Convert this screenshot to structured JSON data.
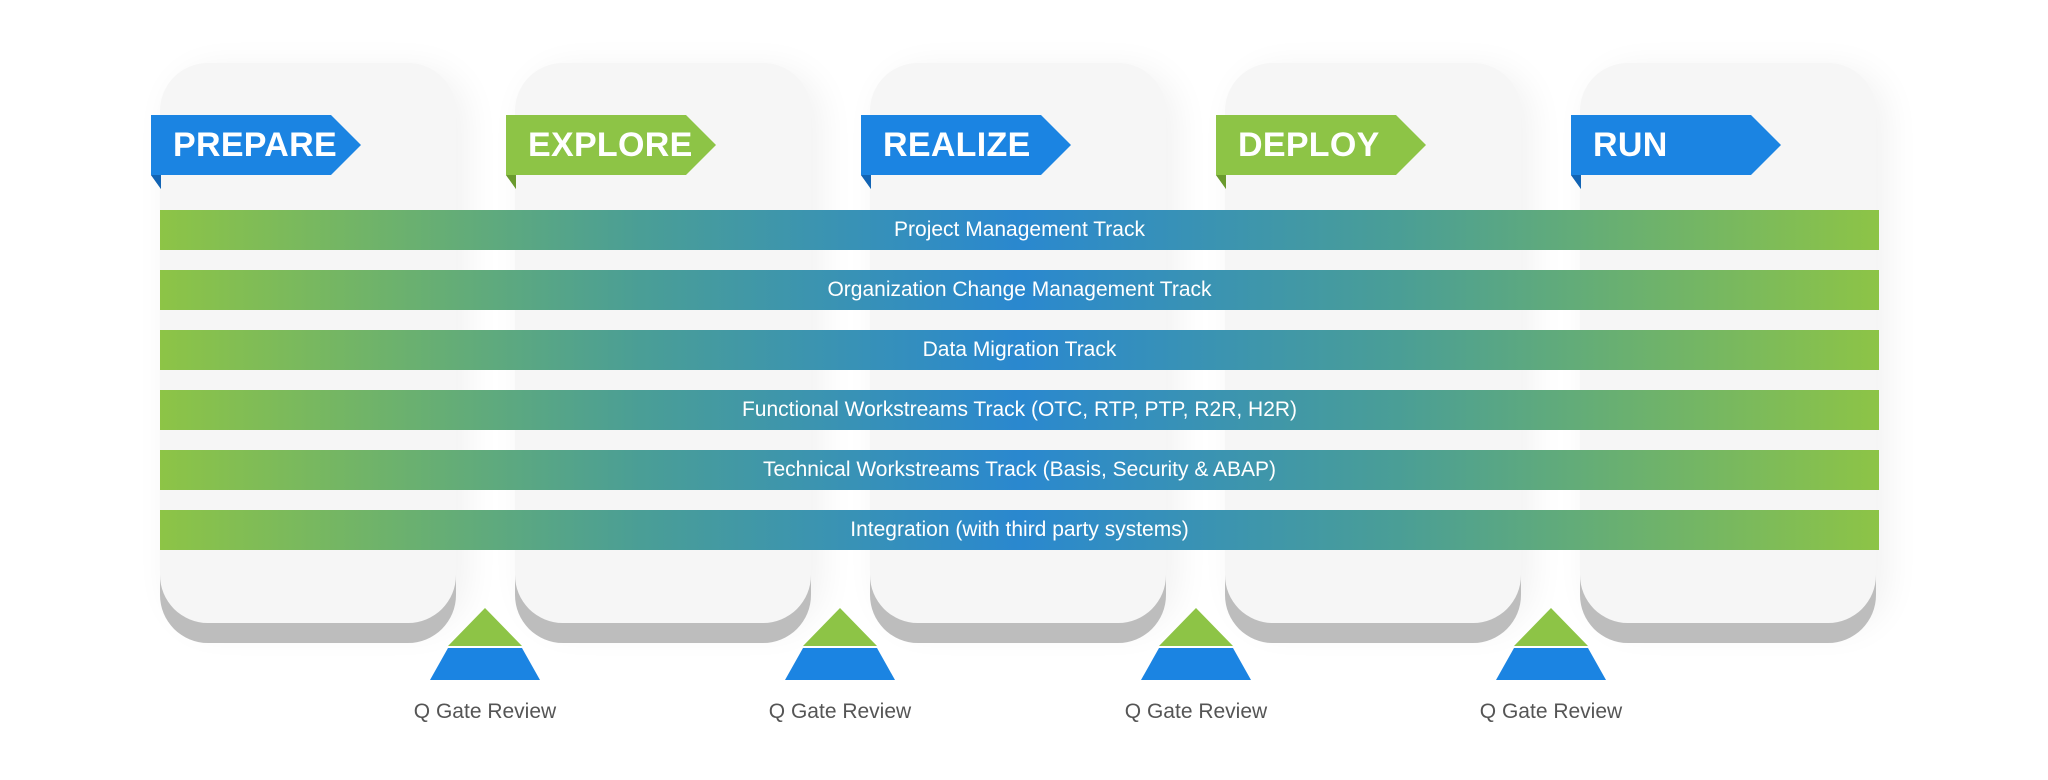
{
  "colors": {
    "blue": "#1b84e2",
    "green": "#8dc446",
    "card": "#f6f6f6",
    "card_shadow": "#bdbdbd",
    "label_gray": "#555555"
  },
  "phases": [
    {
      "label": "PREPARE",
      "color": "blue"
    },
    {
      "label": "EXPLORE",
      "color": "green"
    },
    {
      "label": "REALIZE",
      "color": "blue"
    },
    {
      "label": "DEPLOY",
      "color": "green"
    },
    {
      "label": "RUN",
      "color": "blue"
    }
  ],
  "tracks": [
    "Project Management Track",
    "Organization Change Management Track",
    "Data Migration Track",
    "Functional Workstreams Track (OTC, RTP, PTP, R2R, H2R)",
    "Technical Workstreams Track (Basis, Security & ABAP)",
    "Integration (with third party systems)"
  ],
  "q_gates": [
    {
      "label": "Q Gate Review",
      "icon": "pyramid-icon"
    },
    {
      "label": "Q Gate Review",
      "icon": "pyramid-icon"
    },
    {
      "label": "Q Gate Review",
      "icon": "pyramid-icon"
    },
    {
      "label": "Q Gate Review",
      "icon": "pyramid-icon"
    }
  ]
}
